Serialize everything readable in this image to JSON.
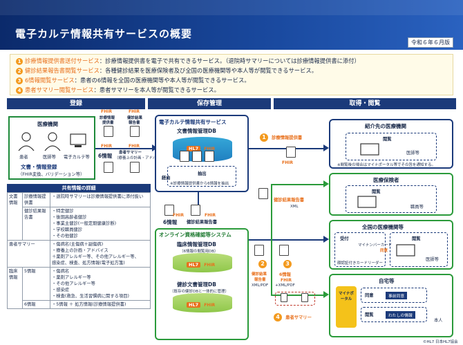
{
  "header": {
    "title": "電子カルテ情報共有サービスの概要",
    "date": "令和６年６月版"
  },
  "summary": [
    {
      "num": "1",
      "name": "診療情報提供書送付サービス",
      "desc": "：診療情報提供書を電子で共有できるサービス。（退院時サマリーについては診療情報提供書に添付）"
    },
    {
      "num": "2",
      "name": "健診結果報告書閲覧サービス",
      "desc": "：各種健診結果を医療保険者及び全国の医療機関等や本人等が閲覧できるサービス。"
    },
    {
      "num": "3",
      "name": "6情報閲覧サービス",
      "desc": "：患者の6情報を全国の医療機関等や本人等が閲覧できるサービス。"
    },
    {
      "num": "4",
      "name": "患者サマリー閲覧サービス",
      "desc": "：患者サマリーを本人等が閲覧できるサービス。"
    }
  ],
  "phases": {
    "register": "登録",
    "storage": "保存管理",
    "retrieve": "取得・閲覧"
  },
  "hospital": {
    "title": "医療機関",
    "patient": "患者",
    "doctor": "医師等",
    "ehr": "電子カルテ等",
    "reg_line1": "文書・情報登録",
    "reg_line2": "（FHIR変換、バリデーション等）"
  },
  "docs_top": {
    "fhir": "FHIR",
    "referral_l1": "診療情報",
    "referral_l2": "提供書",
    "checkup_l1": "健診結果",
    "checkup_l2": "報告書",
    "six": "6情報",
    "summary_l1": "患者サマリー",
    "summary_l2": "（療養上の計画・アドバイス）"
  },
  "ehr_service": {
    "title": "電子カルテ情報共有サービス",
    "docdb": "文書情報管理DB",
    "hl7": "HL7",
    "fhir": "FHIR",
    "extract": "抽出",
    "note": "※診療情報提供書から6情報を抽出"
  },
  "route": "経由",
  "mid_docs": {
    "six": "6情報",
    "checkup": "健診結果報告書"
  },
  "online": {
    "title": "オンライン資格確認等システム",
    "clinical_db": "臨床情報管理DB",
    "clinical_note": "（6情報の閲覧用DB）",
    "checkup_db": "健診文書管理DB",
    "checkup_note": "（既存の健診DBと一体的に管理）",
    "hl7": "HL7",
    "fhir": "FHIR"
  },
  "flows": {
    "f1": "診療情報提供書",
    "f2": "健診結果報告書",
    "xml": "XML",
    "f2b_l1": "健診結果",
    "f2b_l2": "報告書",
    "xmlpdf": "XML/PDF",
    "six": "6情報",
    "fhir": "FHIR",
    "xmlpdf2": "+XML/PDF",
    "summary": "患者サマリー"
  },
  "referral_dest": {
    "title": "紹介先の医療機関",
    "view": "閲覧",
    "doctor": "医師等",
    "note": "※閲覧後の場合はマイナポータル等でその旨を通知する。"
  },
  "insurer": {
    "title": "医療保険者",
    "view": "閲覧",
    "staff": "職員等"
  },
  "all_hospitals": {
    "title": "全国の医療機関等",
    "receive": "受付",
    "consent": "同意",
    "card": "マイナンバーカード",
    "reader": "顔認証付きカードリーダー",
    "view": "閲覧",
    "doctor": "医師等"
  },
  "home": {
    "title": "自宅等",
    "portal": "マイナポータル",
    "consent": "同意",
    "consent_item": "事前同意",
    "view": "閲覧",
    "view_item": "わたしの情報",
    "person": "本人"
  },
  "details": {
    "heading": "共有情報の詳細",
    "docs_label": "文書情報",
    "referral": "診療情報提供書",
    "referral_desc": "・退院時サマリーは診療情報提供書に添付扱い",
    "checkup": "健診結果報告書",
    "checkup_items": [
      "・特定健診",
      "・後期高齢者健診",
      "・事業主健診(一般定期健康診断)",
      "・学校職員健診",
      "・その他健診"
    ],
    "summary": "患者サマリー",
    "summary_items": [
      "・傷病名(主傷病＋副傷病)",
      "・療養上の計画・アドバイス",
      "＋薬剤アレルギー等、その他アレルギー等、",
      "感染症、検査、処方情報(電子処方箋)"
    ],
    "clinical": "臨床情報",
    "six": "5情報",
    "six_items": [
      "・傷病名",
      "・薬剤アレルギー等",
      "・その他アレルギー等",
      "・感染症",
      "・検査(救急、生活習慣病に関する項目)"
    ],
    "six2": "6情報",
    "six2_desc": "・5情報 ＋ 処方情報(診療情報提供書)"
  },
  "footer": "©HL7 日本HL7協会"
}
